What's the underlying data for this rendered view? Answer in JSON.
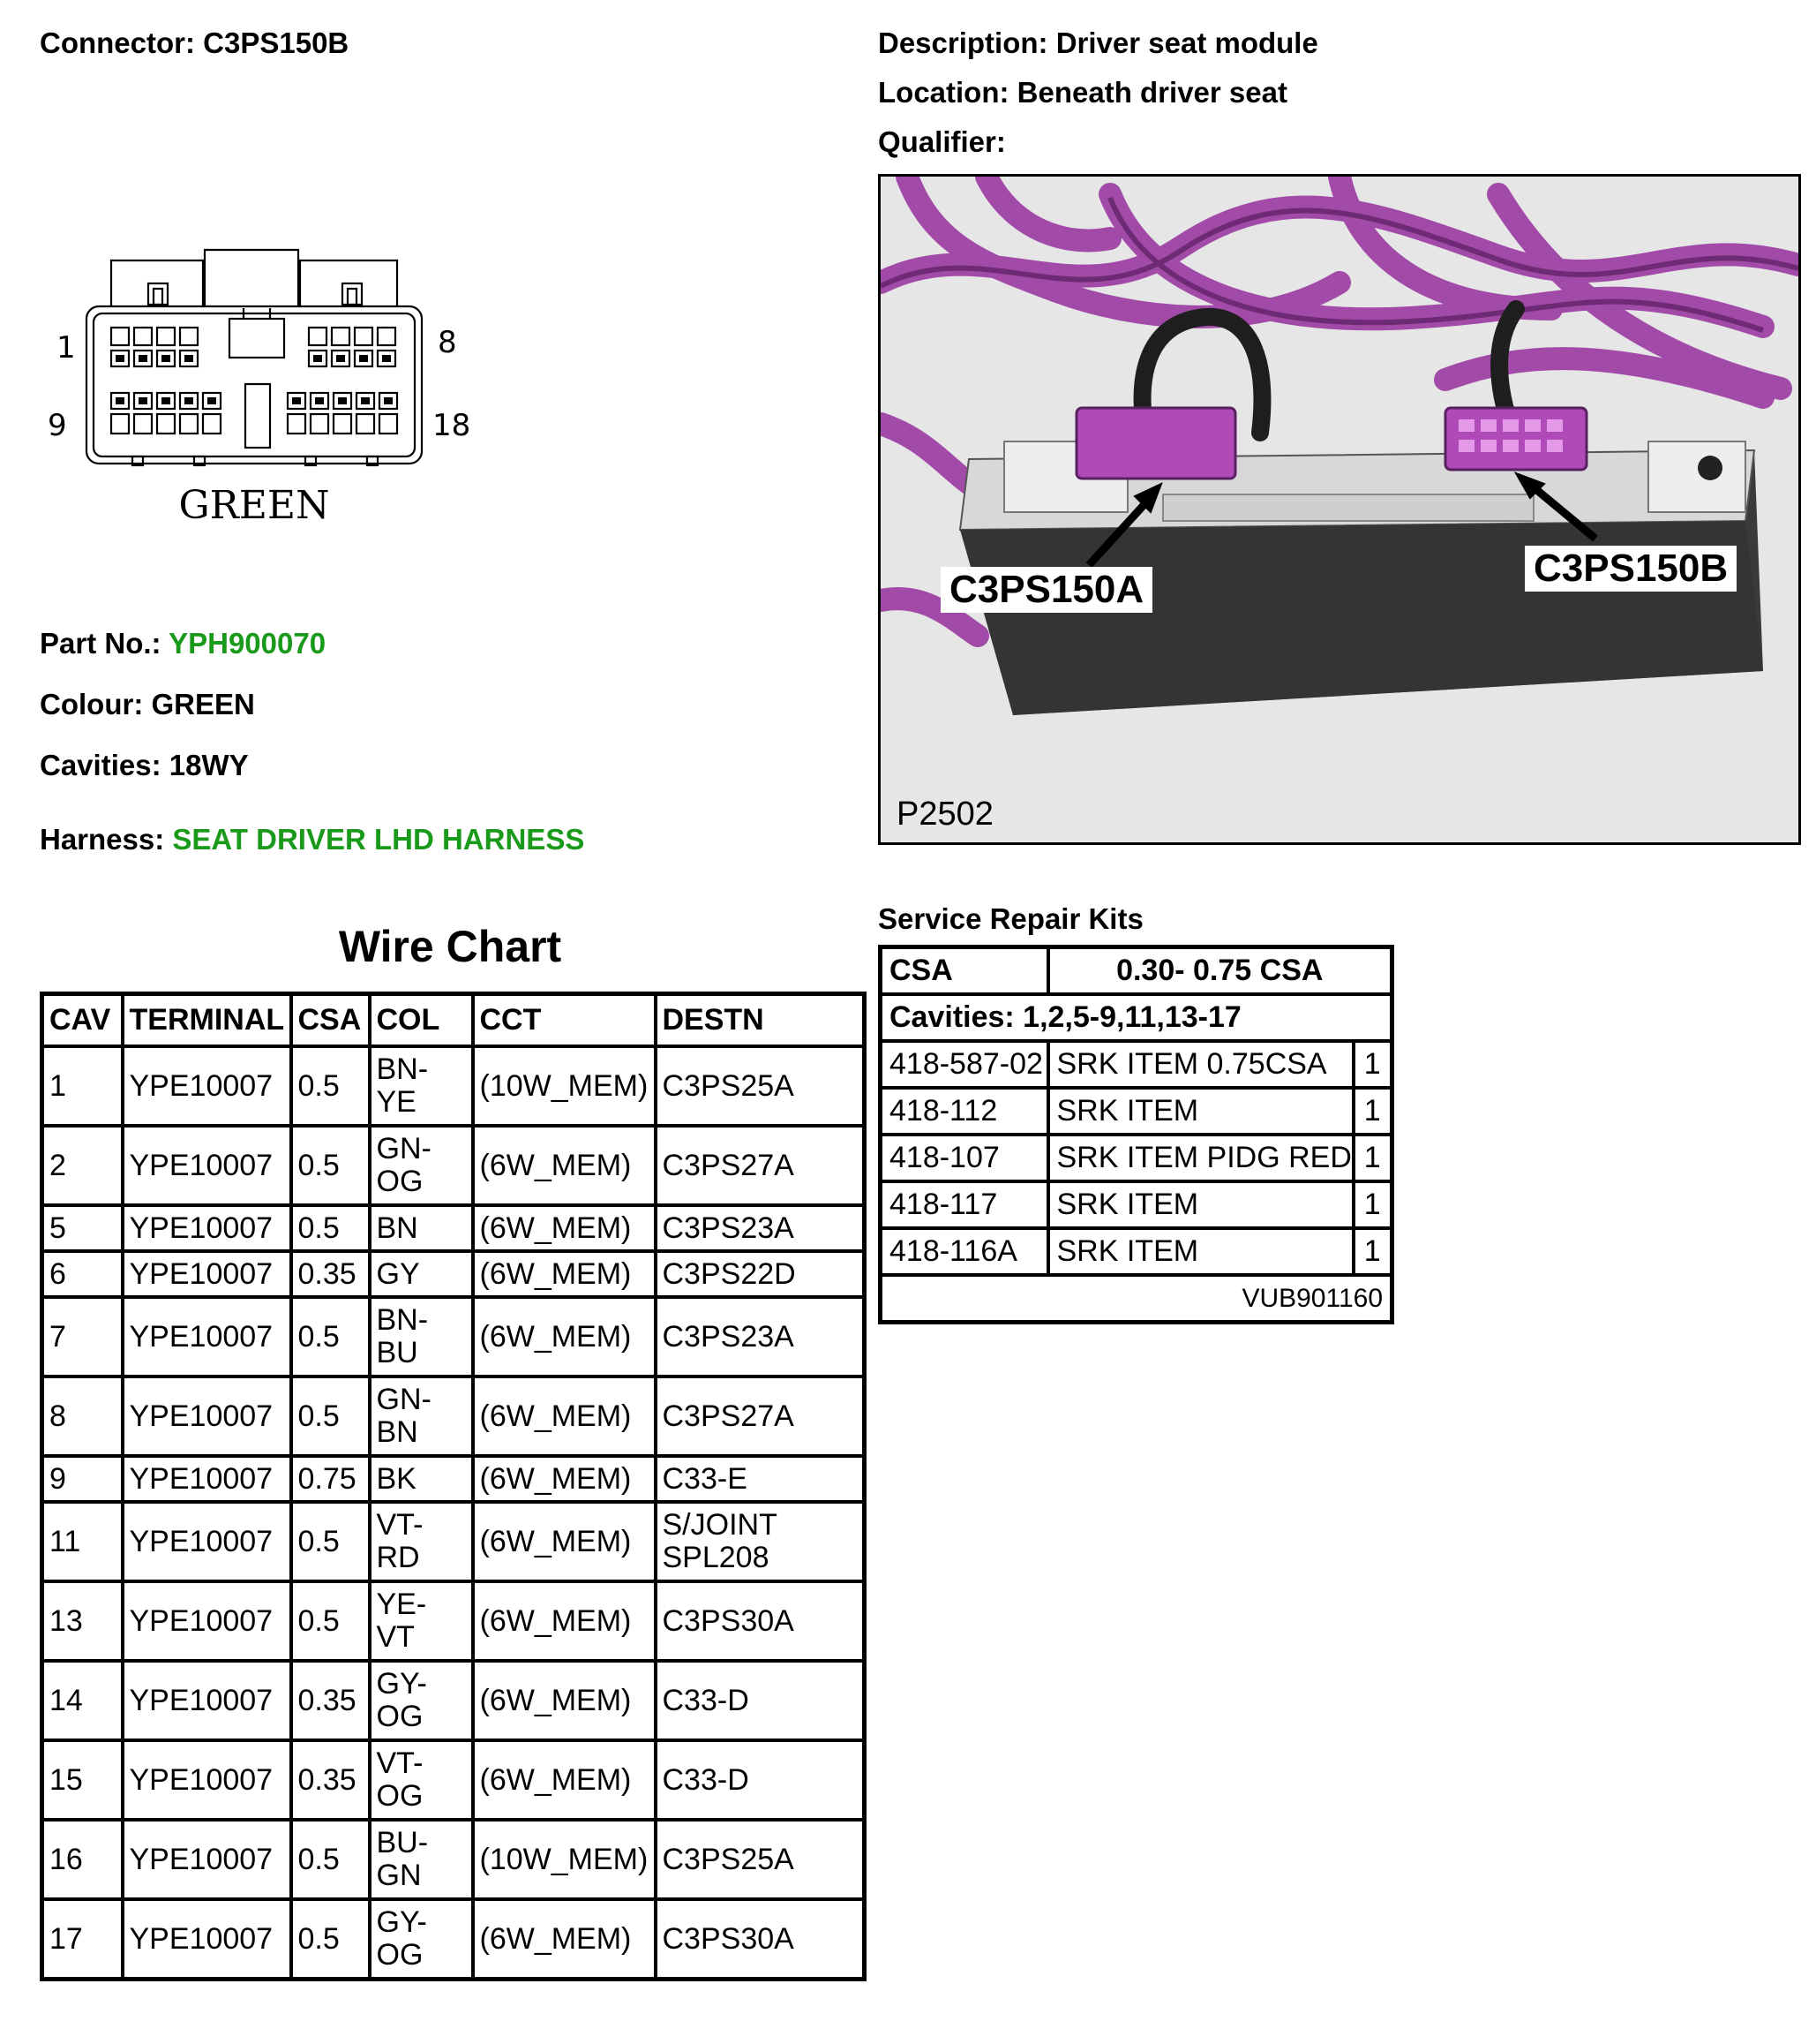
{
  "header": {
    "connector_label": "Connector:",
    "connector_value": "C3PS150B",
    "description_label": "Description:",
    "description_value": "Driver seat module",
    "location_label": "Location:",
    "location_value": "Beneath driver seat",
    "qualifier_label": "Qualifier:",
    "qualifier_value": ""
  },
  "connector_face": {
    "pin_top_left": "1",
    "pin_top_right": "8",
    "pin_bottom_left": "9",
    "pin_bottom_right": "18",
    "colour_caption": "GREEN"
  },
  "details": {
    "part_no_label": "Part No.:",
    "part_no_value": "YPH900070",
    "colour_label": "Colour:",
    "colour_value": "GREEN",
    "cavities_label": "Cavities:",
    "cavities_value": "18WY",
    "harness_label": "Harness:",
    "harness_value": "SEAT DRIVER LHD HARNESS",
    "link_color": "#1a9a1a"
  },
  "photo": {
    "callout_a": "C3PS150A",
    "callout_b": "C3PS150B",
    "reference": "P2502",
    "harness_color": "#a24aa8",
    "module_color": "#3a3a3a"
  },
  "wire_chart": {
    "title": "Wire Chart",
    "columns": [
      "CAV",
      "TERMINAL",
      "CSA",
      "COL",
      "CCT",
      "DESTN"
    ],
    "rows": [
      [
        "1",
        "YPE10007",
        "0.5",
        "BN-\nYE",
        "(10W_MEM)",
        "C3PS25A"
      ],
      [
        "2",
        "YPE10007",
        "0.5",
        "GN-\nOG",
        "(6W_MEM)",
        "C3PS27A"
      ],
      [
        "5",
        "YPE10007",
        "0.5",
        "BN",
        "(6W_MEM)",
        "C3PS23A"
      ],
      [
        "6",
        "YPE10007",
        "0.35",
        "GY",
        "(6W_MEM)",
        "C3PS22D"
      ],
      [
        "7",
        "YPE10007",
        "0.5",
        "BN-\nBU",
        "(6W_MEM)",
        "C3PS23A"
      ],
      [
        "8",
        "YPE10007",
        "0.5",
        "GN-\nBN",
        "(6W_MEM)",
        "C3PS27A"
      ],
      [
        "9",
        "YPE10007",
        "0.75",
        "BK",
        "(6W_MEM)",
        "C33-E"
      ],
      [
        "11",
        "YPE10007",
        "0.5",
        "VT-\nRD",
        "(6W_MEM)",
        "S/JOINT\nSPL208"
      ],
      [
        "13",
        "YPE10007",
        "0.5",
        "YE-\nVT",
        "(6W_MEM)",
        "C3PS30A"
      ],
      [
        "14",
        "YPE10007",
        "0.35",
        "GY-\nOG",
        "(6W_MEM)",
        "C33-D"
      ],
      [
        "15",
        "YPE10007",
        "0.35",
        "VT-\nOG",
        "(6W_MEM)",
        "C33-D"
      ],
      [
        "16",
        "YPE10007",
        "0.5",
        "BU-\nGN",
        "(10W_MEM)",
        "C3PS25A"
      ],
      [
        "17",
        "YPE10007",
        "0.5",
        "GY-\nOG",
        "(6W_MEM)",
        "C3PS30A"
      ]
    ]
  },
  "service_kits": {
    "title": "Service Repair Kits",
    "csa_label": "CSA",
    "csa_value": "0.30- 0.75 CSA",
    "cavities": "Cavities: 1,2,5-9,11,13-17",
    "items": [
      [
        "418-587-02",
        "SRK ITEM 0.75CSA",
        "1"
      ],
      [
        "418-112",
        "SRK ITEM",
        "1"
      ],
      [
        "418-107",
        "SRK ITEM PIDG RED",
        "1"
      ],
      [
        "418-117",
        "SRK ITEM",
        "1"
      ],
      [
        "418-116A",
        "SRK ITEM",
        "1"
      ]
    ],
    "kit_number": "VUB901160"
  }
}
